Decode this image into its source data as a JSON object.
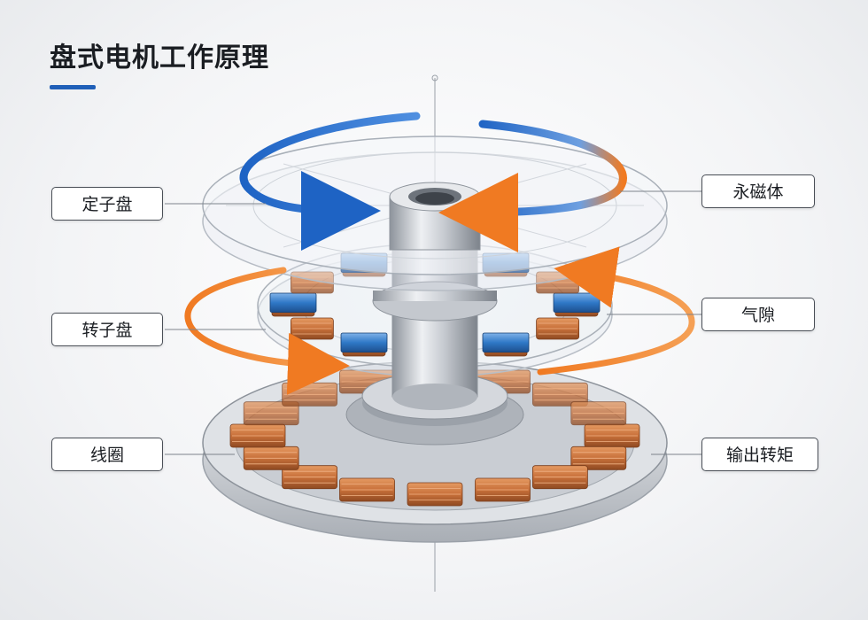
{
  "title": "盘式电机工作原理",
  "labels": {
    "stator_disk": "定子盘",
    "rotor_disk": "转子盘",
    "coil": "线圈",
    "permanent_magnet": "永磁体",
    "air_gap": "气隙",
    "output_torque": "输出转矩"
  },
  "colors": {
    "accent_blue": "#1f5fb8",
    "arrow_blue": "#1e63c4",
    "arrow_orange": "#f07a22",
    "copper": "#c8703a",
    "magnet_blue": "#2f78c7",
    "metal": "#b9bec6"
  }
}
